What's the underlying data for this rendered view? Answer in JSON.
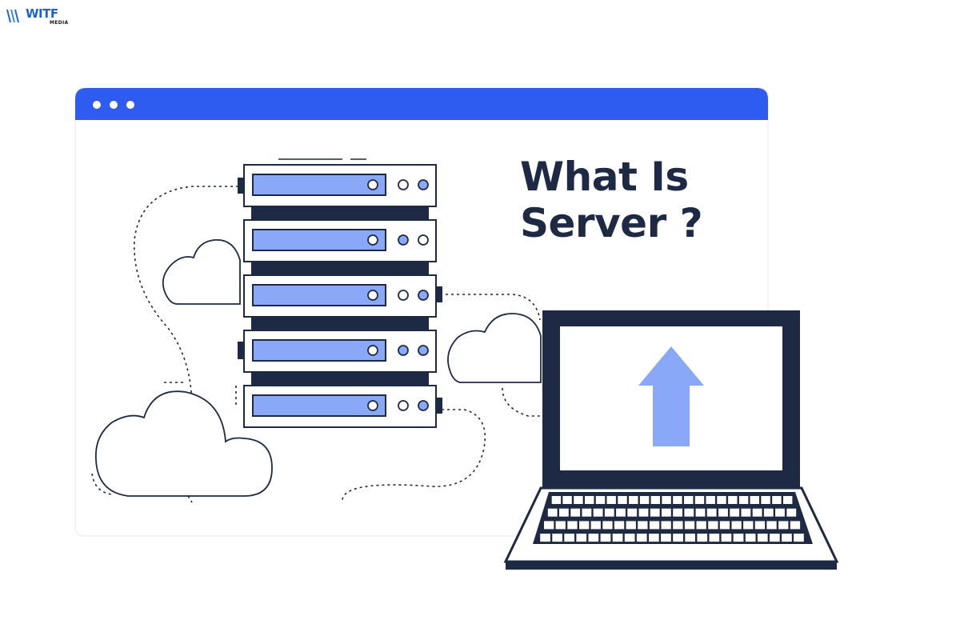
{
  "logo": {
    "word": "WITF",
    "sub": "MEDIA"
  },
  "headline": {
    "line1": "What Is",
    "line2": "Server ?"
  },
  "colors": {
    "browser_bar": "#2f5cf0",
    "navy": "#1e2a44",
    "accent_fill": "#8aa8f8",
    "outline": "#1e2a44"
  },
  "icons": [
    "window-dots-icon",
    "server-rack-icon",
    "cloud-icon",
    "laptop-icon",
    "upload-arrow-icon"
  ]
}
